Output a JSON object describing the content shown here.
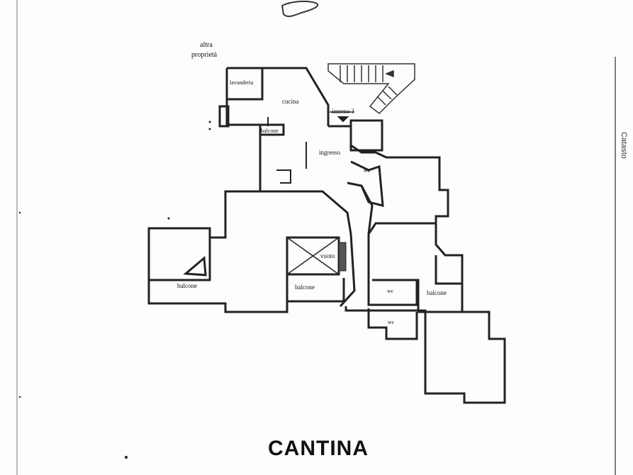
{
  "plan": {
    "title": "CANTINA",
    "labels": {
      "altra": "altra",
      "proprieta": "proprietà",
      "lavanderia": "lavanderia",
      "cucina": "cucina",
      "interno": "interno ?",
      "balcone_small": "balcone",
      "ingresso": "ingresso",
      "wc_top": "wc",
      "vuoto": "vuoto",
      "balcone_left": "balcone",
      "balcone_mid": "balcone",
      "wc_mid": "wc",
      "balcone_right": "balcone",
      "wc_bottom": "wc"
    },
    "margin_note": "Catasto"
  }
}
